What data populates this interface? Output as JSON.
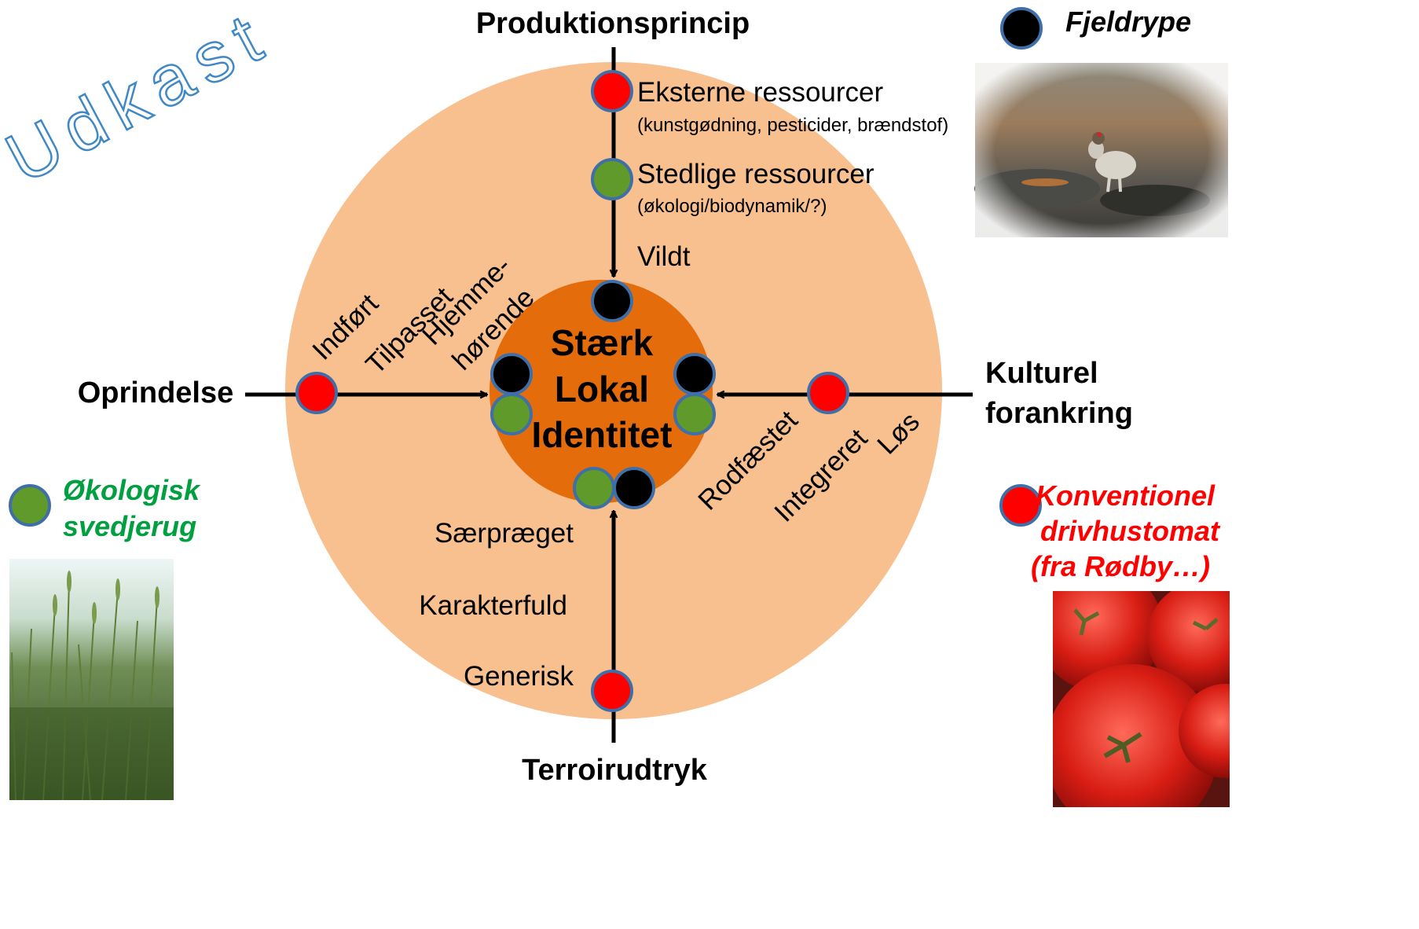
{
  "watermark": "Udkast",
  "center": {
    "line1": "Stærk",
    "line2": "Lokal",
    "line3": "Identitet"
  },
  "axes": {
    "top": "Produktionsprincip",
    "left": "Oprindelse",
    "right_line1": "Kulturel",
    "right_line2": "forankring",
    "bottom": "Terroirudtryk"
  },
  "top_axis": {
    "item1": {
      "label": "Eksterne ressourcer",
      "sub": "(kunstgødning, pesticider, brændstof)"
    },
    "item2": {
      "label": "Stedlige ressourcer",
      "sub": "(økologi/biodynamik/?)"
    },
    "item3": {
      "label": "Vildt"
    }
  },
  "left_axis": {
    "item1": "Indført",
    "item2": "Tilpasset",
    "item3_line1": "Hjemme-",
    "item3_line2": "hørende"
  },
  "right_axis": {
    "item1": "Løs",
    "item2": "Integreret",
    "item3": "Rodfæstet"
  },
  "bottom_axis": {
    "item1": "Særpræget",
    "item2": "Karakterfuld",
    "item3": "Generisk"
  },
  "legend": {
    "black": {
      "label": "Fjeldrype",
      "photo": "ptarmigan-photo"
    },
    "green": {
      "line1": "Økologisk",
      "line2": "svedjerug",
      "photo": "rye-field-photo"
    },
    "red": {
      "line1": "Konventionel",
      "line2": "drivhustomat",
      "line3": "(fra Rødby…)",
      "photo": "tomato-photo"
    }
  },
  "colors": {
    "outer_circle": "#f8bf8f",
    "inner_circle": "#e46c0a",
    "marker_red": "#ff0000",
    "marker_green": "#5f9a2a",
    "marker_black": "#000000",
    "marker_border": "#3f6fa8",
    "legend_green_text": "#00a040",
    "legend_red_text": "#ff0000"
  }
}
